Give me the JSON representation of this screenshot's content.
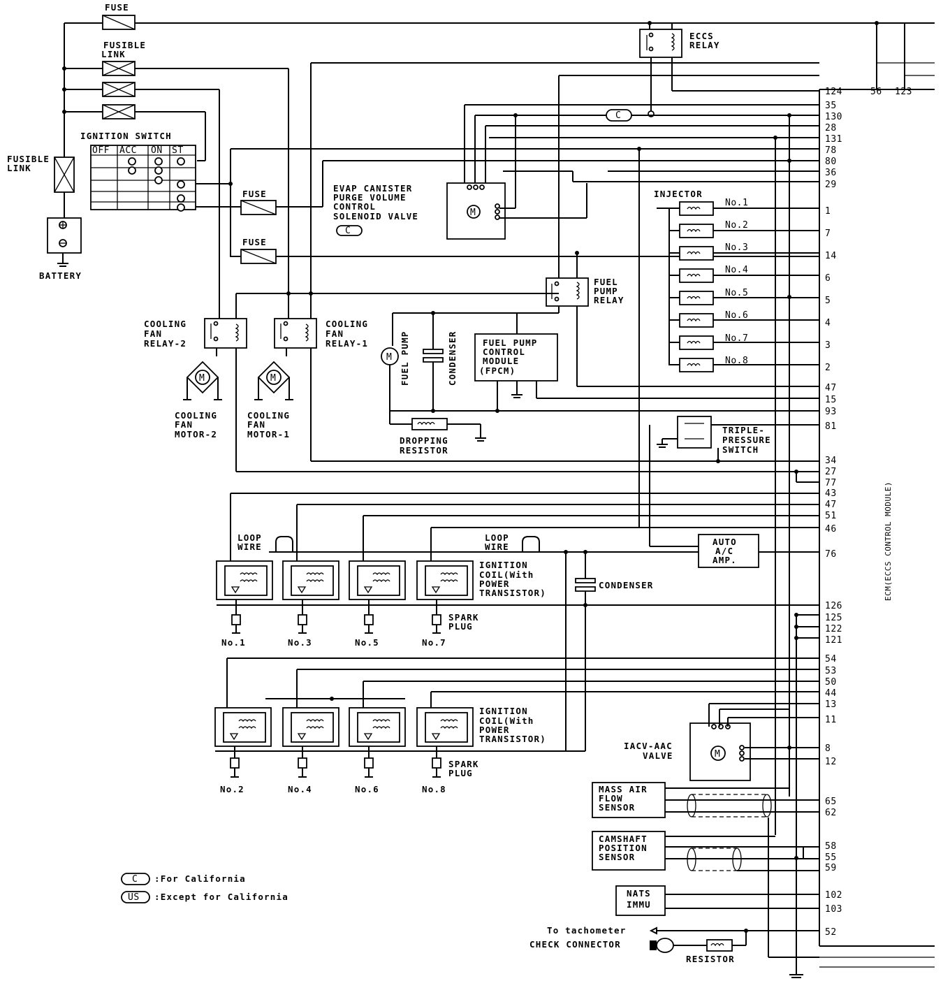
{
  "labels": {
    "fuse_top": "FUSE",
    "fusible_link_top": [
      "FUSIBLE",
      "LINK"
    ],
    "fusible_link_left": [
      "FUSIBLE",
      "LINK"
    ],
    "battery": "BATTERY",
    "ignition_switch": "IGNITION SWITCH",
    "ign_cols": [
      "OFF",
      "ACC",
      "ON",
      "ST"
    ],
    "eccs_relay": [
      "ECCS",
      "RELAY"
    ],
    "evap": [
      "EVAP CANISTER",
      "PURGE VOLUME",
      "CONTROL",
      "SOLENOID VALVE"
    ],
    "fuse_mid1": "FUSE",
    "fuse_mid2": "FUSE",
    "c_code": "C",
    "injector": "INJECTOR",
    "injector_nums": [
      "No.1",
      "No.2",
      "No.3",
      "No.4",
      "No.5",
      "No.6",
      "No.7",
      "No.8"
    ],
    "fuel_pump_relay": [
      "FUEL",
      "PUMP",
      "RELAY"
    ],
    "cooling_fan_relay_2": [
      "COOLING",
      "FAN",
      "RELAY-2"
    ],
    "cooling_fan_relay_1": [
      "COOLING",
      "FAN",
      "RELAY-1"
    ],
    "fuel_pump": "FUEL PUMP",
    "condenser_v": "CONDENSER",
    "fpcm": [
      "FUEL PUMP",
      "CONTROL",
      "MODULE",
      "(FPCM)"
    ],
    "cooling_fan_motor_2": [
      "COOLING",
      "FAN",
      "MOTOR-2"
    ],
    "cooling_fan_motor_1": [
      "COOLING",
      "FAN",
      "MOTOR-1"
    ],
    "dropping_resistor": [
      "DROPPING",
      "RESISTOR"
    ],
    "triple_pressure_switch": [
      "TRIPLE-",
      "PRESSURE",
      "SWITCH"
    ],
    "auto_ac_amp": [
      "AUTO",
      "A/C",
      "AMP."
    ],
    "loop_wire": [
      "LOOP",
      "WIRE"
    ],
    "ignition_coil": [
      "IGNITION",
      "COIL(With",
      "POWER",
      "TRANSISTOR)"
    ],
    "condenser_h": "CONDENSER",
    "spark_plug": [
      "SPARK",
      "PLUG"
    ],
    "plugs_top": [
      "No.1",
      "No.3",
      "No.5",
      "No.7"
    ],
    "plugs_bottom": [
      "No.2",
      "No.4",
      "No.6",
      "No.8"
    ],
    "iacv": [
      "IACV-AAC",
      "VALVE"
    ],
    "maf": [
      "MASS AIR",
      "FLOW",
      "SENSOR"
    ],
    "camshaft": [
      "CAMSHAFT",
      "POSITION",
      "SENSOR"
    ],
    "nats": [
      "NATS",
      "IMMU"
    ],
    "tachometer": "To tachometer",
    "check_connector": "CHECK CONNECTOR",
    "resistor": "RESISTOR",
    "ecm": "ECM(ECCS CONTROL MODULE)"
  },
  "legend": [
    {
      "code": "C",
      "text": ":For California"
    },
    {
      "code": "US",
      "text": ":Except for California"
    }
  ],
  "pins_top": [
    "124",
    "56",
    "123"
  ],
  "pins": [
    "35",
    "130",
    "28",
    "131",
    "78",
    "80",
    "36",
    "29",
    "1",
    "7",
    "14",
    "6",
    "5",
    "4",
    "3",
    "2",
    "47",
    "15",
    "93",
    "81",
    "34",
    "27",
    "77",
    "43",
    "47",
    "51",
    "46",
    "76",
    "126",
    "125",
    "122",
    "121",
    "54",
    "53",
    "50",
    "44",
    "13",
    "11",
    "8",
    "12",
    "65",
    "62",
    "58",
    "55",
    "59",
    "102",
    "103",
    "52"
  ]
}
